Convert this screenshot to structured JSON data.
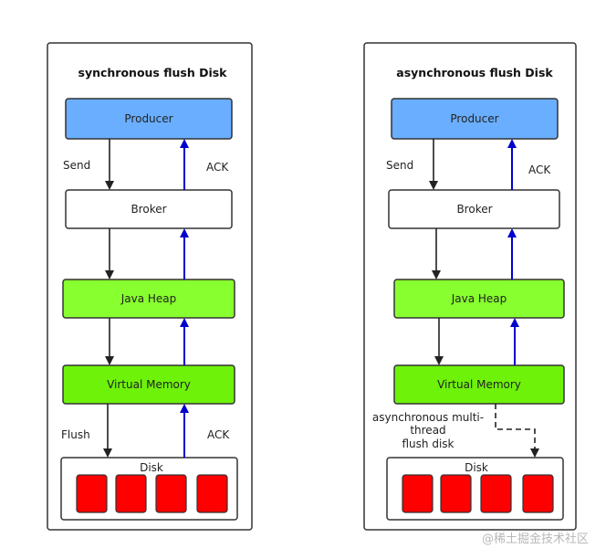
{
  "colors": {
    "producer": "#6aaeff",
    "heap": "#88ff2e",
    "vmem": "#6ef20a",
    "block": "#ff0000",
    "ack_arrow": "#0000cc",
    "down_arrow": "#222222"
  },
  "left_panel": {
    "title": "synchronous flush Disk",
    "producer": "Producer",
    "broker": "Broker",
    "heap": "Java Heap",
    "vmem": "Virtual Memory",
    "disk": "Disk",
    "send": "Send",
    "ack_top": "ACK",
    "flush": "Flush",
    "ack_bottom": "ACK"
  },
  "right_panel": {
    "title": "asynchronous flush Disk",
    "producer": "Producer",
    "broker": "Broker",
    "heap": "Java Heap",
    "vmem": "Virtual Memory",
    "disk": "Disk",
    "send": "Send",
    "ack_top": "ACK",
    "async_note_line1": "asynchronous multi-",
    "async_note_line2": "thread",
    "async_note_line3": "flush disk"
  },
  "watermark": "@稀土掘金技术社区"
}
